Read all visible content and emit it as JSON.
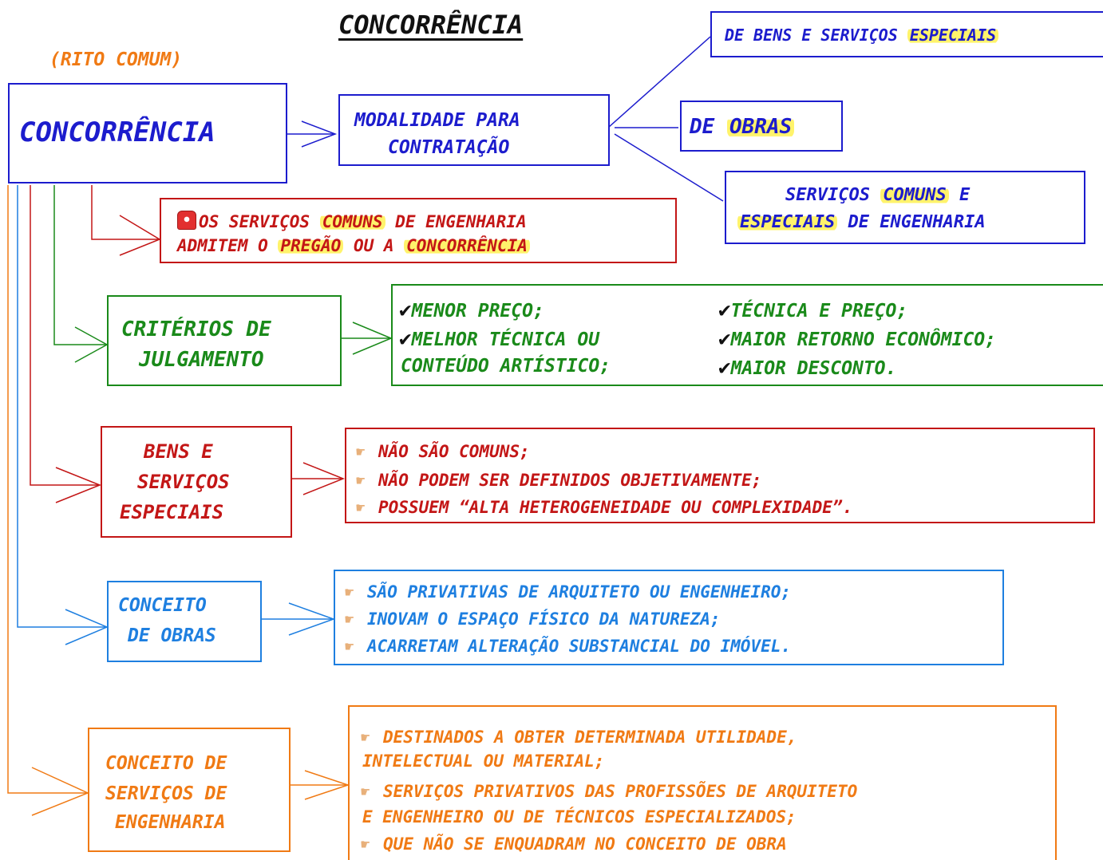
{
  "title": "CONCORRÊNCIA",
  "subtitle": "(RITO COMUM)",
  "main_box": "CONCORRÊNCIA",
  "modalidade": {
    "line1": "MODALIDADE PARA",
    "line2": "CONTRATAÇÃO"
  },
  "bens_servicos": {
    "prefix": "DE BENS E SERVIÇOS ",
    "highlight": "ESPECIAIS"
  },
  "obras": {
    "prefix": "DE ",
    "highlight": "OBRAS"
  },
  "servicos_eng": {
    "l1_prefix": "SERVIÇOS ",
    "l1_highlight": "COMUNS",
    "l1_suffix": " E",
    "l2_highlight": "ESPECIAIS",
    "l2_suffix": " DE ENGENHARIA"
  },
  "alerta": {
    "l1_prefix": "OS SERVIÇOS ",
    "l1_highlight": "COMUNS",
    "l1_suffix": " DE ENGENHARIA",
    "l2_prefix": "ADMITEM O ",
    "l2_highlight1": "PREGÃO",
    "l2_mid": " OU A ",
    "l2_highlight2": "CONCORRÊNCIA"
  },
  "criterios": {
    "label_l1": "CRITÉRIOS DE",
    "label_l2": "JULGAMENTO",
    "items": [
      "MENOR PREÇO;",
      "MELHOR TÉCNICA OU",
      "CONTEÚDO ARTÍSTICO;",
      "TÉCNICA E PREÇO;",
      "MAIOR RETORNO ECONÔMICO;",
      "MAIOR DESCONTO."
    ],
    "check": "✔"
  },
  "bens_especiais": {
    "label": [
      "BENS E",
      "SERVIÇOS",
      "ESPECIAIS"
    ],
    "items": [
      "NÃO SÃO COMUNS;",
      "NÃO PODEM SER DEFINIDOS OBJETIVAMENTE;",
      "POSSUEM “ALTA HETEROGENEIDADE OU COMPLEXIDADE”."
    ]
  },
  "obras_conceito": {
    "label": [
      "CONCEITO",
      "DE OBRAS"
    ],
    "items": [
      "SÃO PRIVATIVAS DE ARQUITETO OU ENGENHEIRO;",
      "INOVAM O ESPAÇO FÍSICO DA NATUREZA;",
      "ACARRETAM ALTERAÇÃO SUBSTANCIAL DO IMÓVEL."
    ]
  },
  "servicos_conceito": {
    "label": [
      "CONCEITO DE",
      "SERVIÇOS DE",
      "ENGENHARIA"
    ],
    "items": [
      "DESTINADOS A OBTER DETERMINADA UTILIDADE,",
      "INTELECTUAL OU MATERIAL;",
      "SERVIÇOS PRIVATIVOS DAS PROFISSÕES DE ARQUITETO",
      "E ENGENHEIRO OU DE TÉCNICOS ESPECIALIZADOS;",
      "QUE NÃO SE ENQUADRAM NO CONCEITO DE OBRA"
    ]
  },
  "icons": {
    "hand": "☛",
    "alert": "siren-icon"
  },
  "colors": {
    "blue": "#1c1ccd",
    "red": "#c31616",
    "green": "#1a8a1a",
    "light_blue": "#1e7fe0",
    "orange": "#f07a14",
    "highlight": "#fff36b"
  }
}
